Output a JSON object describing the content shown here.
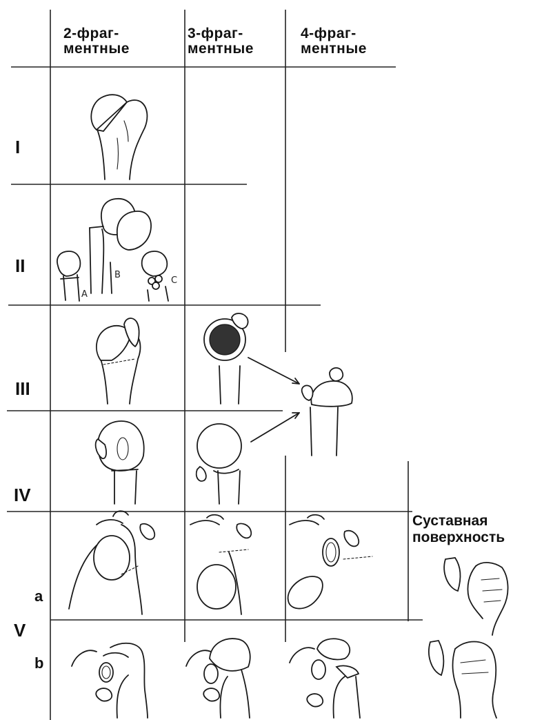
{
  "columns": {
    "two_fragment": "2-фраг-\nментные",
    "three_fragment": "3-фраг-\nментные",
    "four_fragment": "4-фраг-\nментные",
    "articular_surface": "Суставная\nповерхность"
  },
  "rows": {
    "row_1": "I",
    "row_2": "II",
    "row_3": "III",
    "row_4": "IV",
    "row_5": "V",
    "sub_a": "a",
    "sub_b": "b"
  },
  "variant_labels": {
    "a": "A",
    "b": "B",
    "c": "C"
  }
}
